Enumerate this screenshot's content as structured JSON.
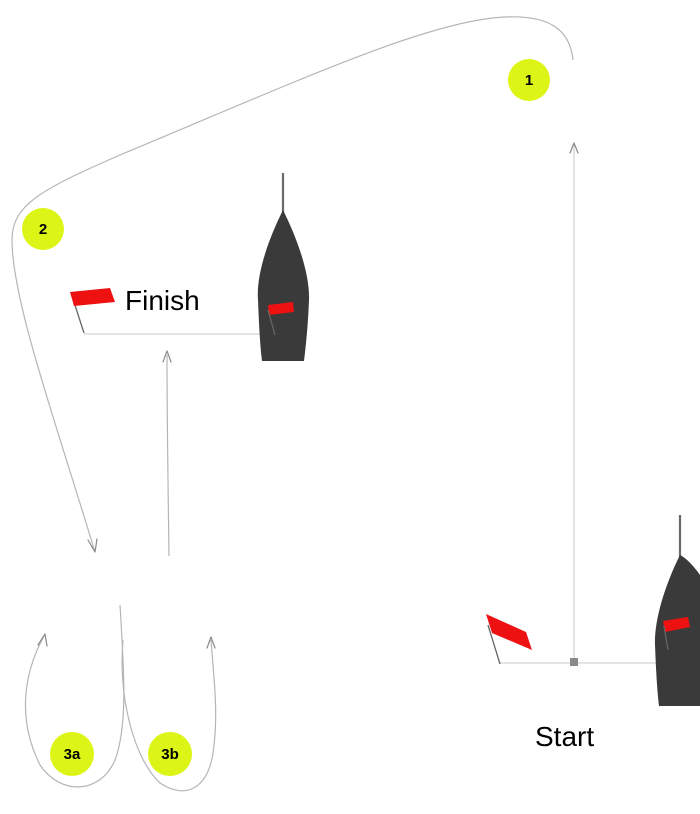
{
  "course": {
    "finish_label": "Finish",
    "start_label": "Start",
    "marks": [
      "1",
      "2",
      "3a",
      "3b"
    ]
  },
  "colors": {
    "mark_fill": "#ddf516",
    "flag": "#ee1111",
    "hull": "#3a3a3a",
    "route": "#b5b5b5"
  },
  "icons": [
    "flag-icon",
    "boat-icon",
    "arrow-icon"
  ]
}
